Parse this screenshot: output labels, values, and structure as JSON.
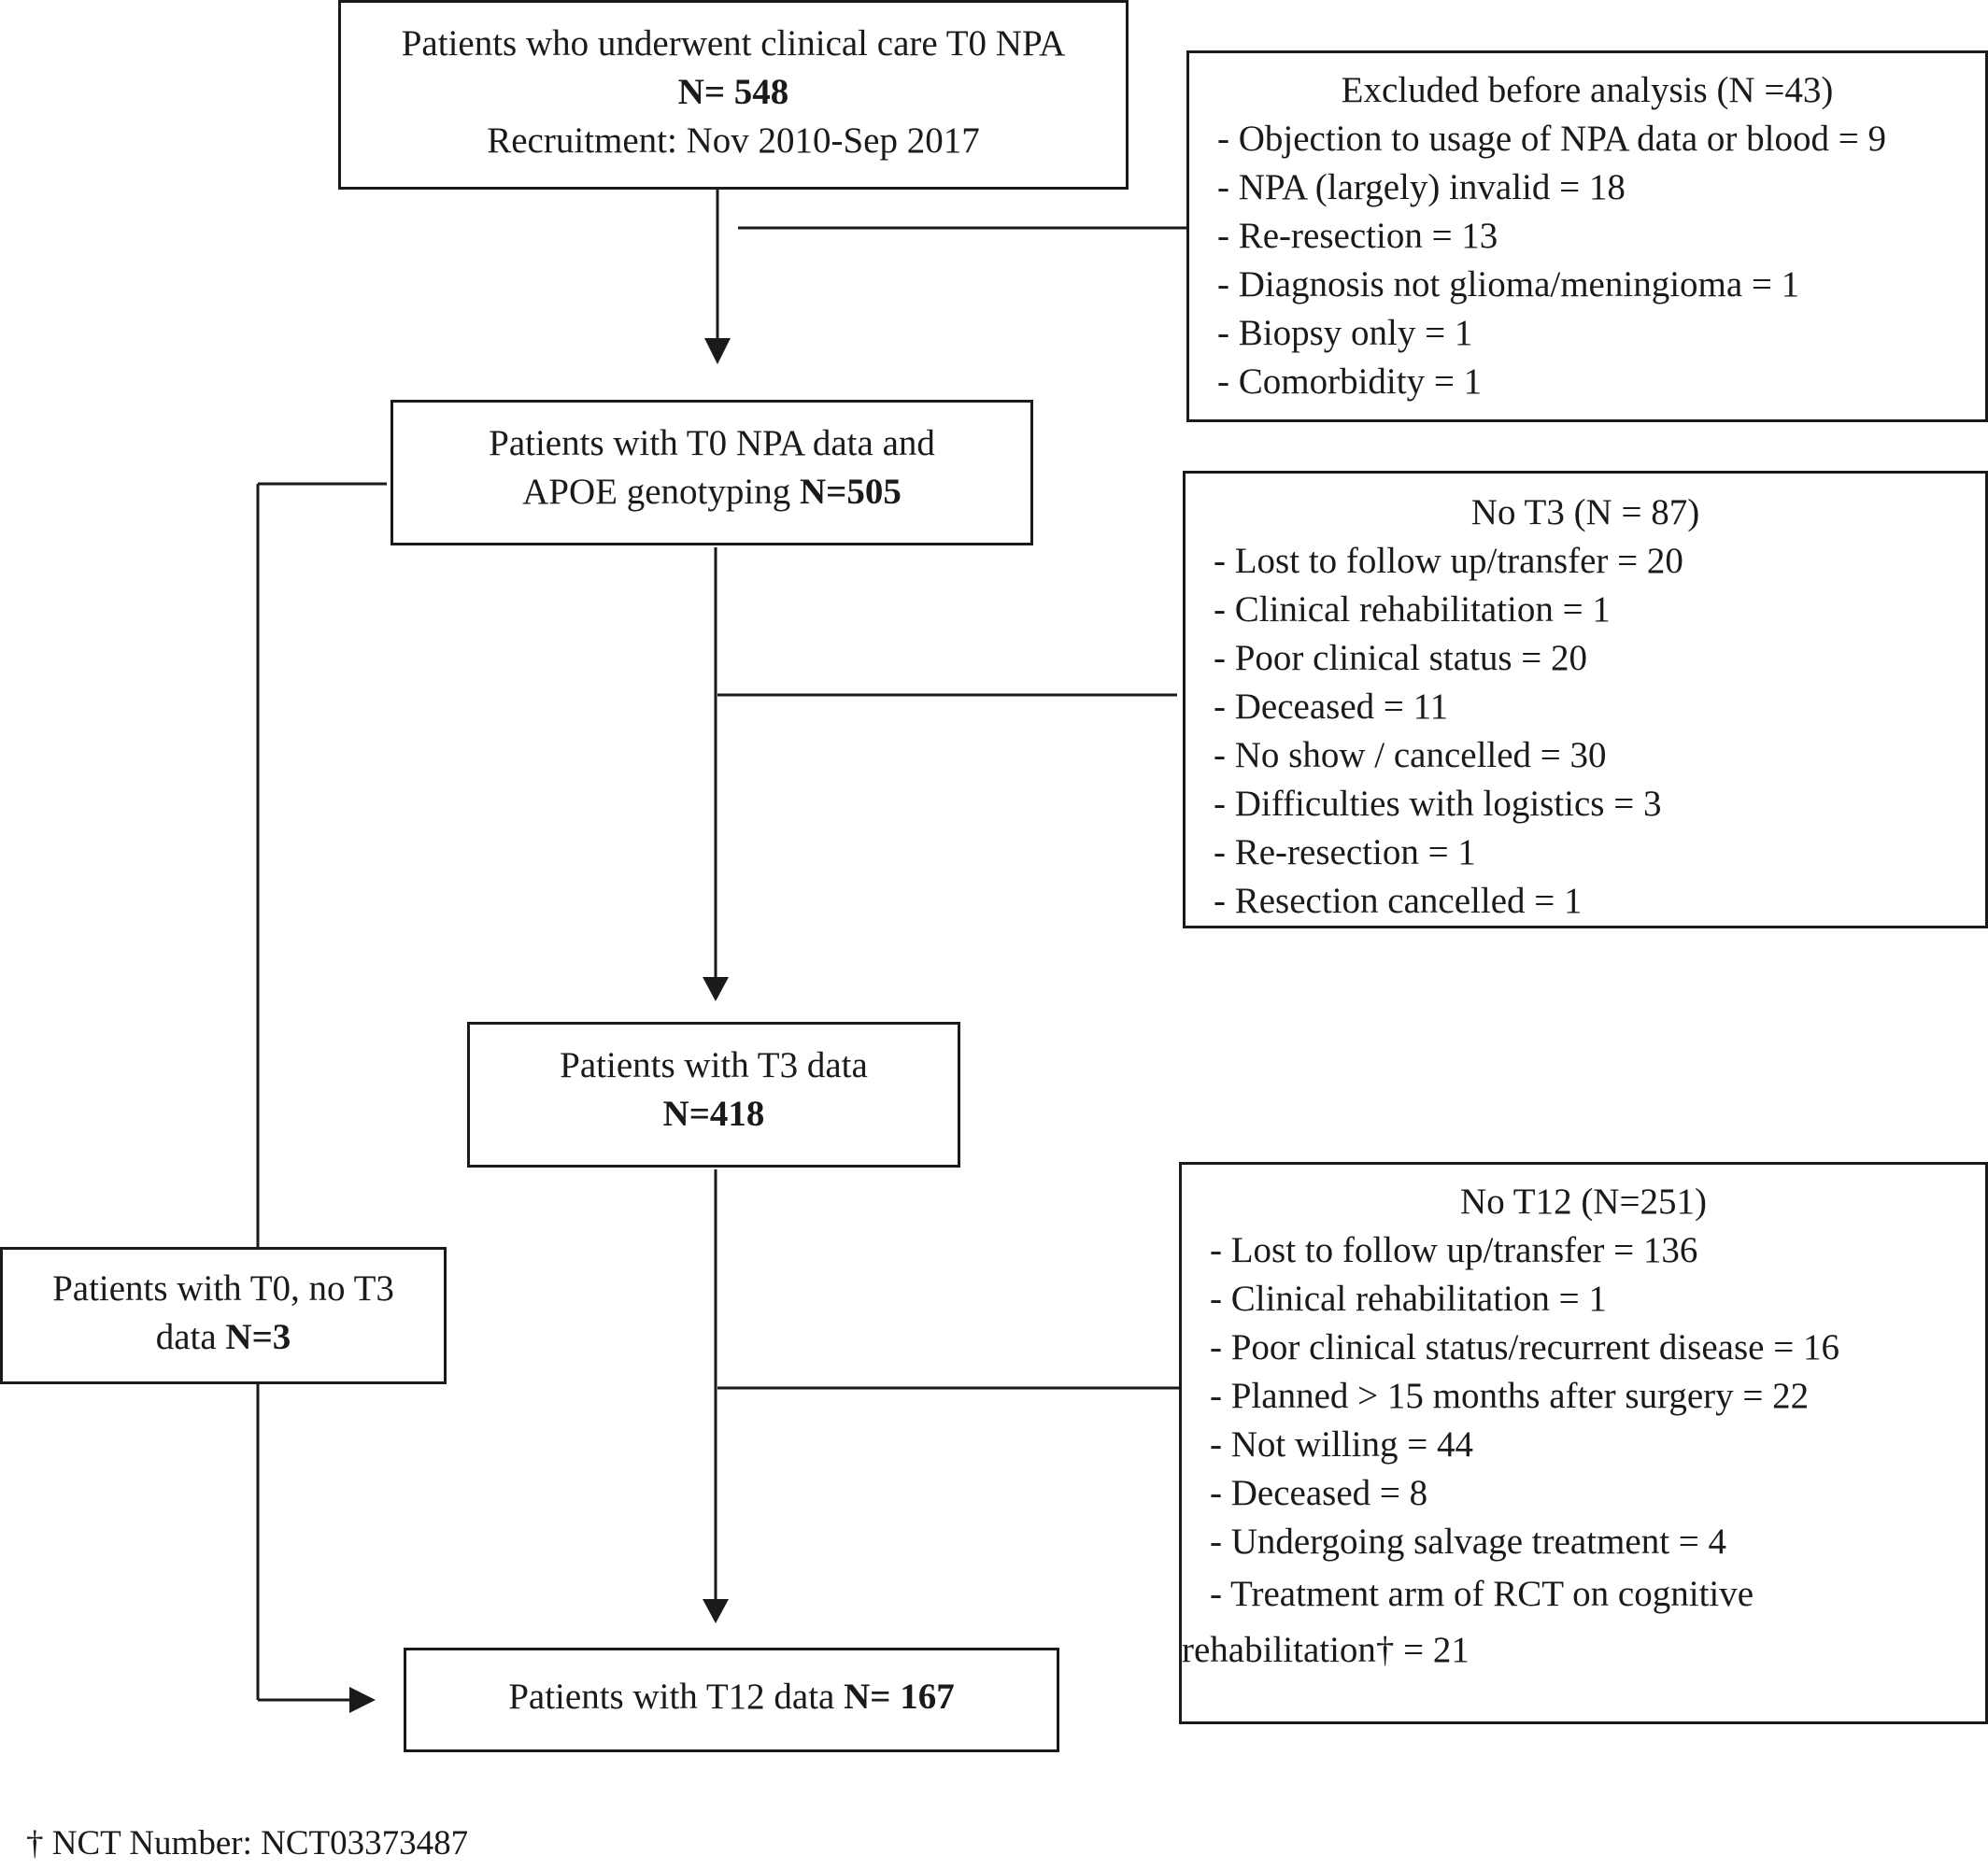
{
  "boxes": {
    "t0_care": {
      "line1": "Patients who underwent clinical care T0 NPA",
      "line2": "N= 548",
      "line3": "Recruitment: Nov 2010-Sep 2017"
    },
    "t0_apoe": {
      "line1": "Patients with T0 NPA data and",
      "line2_text": "APOE genotyping ",
      "line2_bold": "N=505"
    },
    "t3": {
      "line1": "Patients with T3 data",
      "line2": "N=418"
    },
    "t0_no_t3": {
      "line1": "Patients with T0, no T3",
      "line2_text": "data ",
      "line2_bold": "N=3"
    },
    "t12": {
      "text": "Patients with T12 data ",
      "bold": "N= 167"
    }
  },
  "exclusions": {
    "before_analysis": {
      "title": "Excluded before analysis (N =43)",
      "items": [
        "- Objection to usage of NPA data or blood = 9",
        "- NPA (largely) invalid = 18",
        "- Re-resection = 13",
        "- Diagnosis not glioma/meningioma  = 1",
        "- Biopsy only = 1",
        "- Comorbidity = 1"
      ]
    },
    "no_t3": {
      "title": "No T3 (N = 87)",
      "items": [
        "- Lost to follow up/transfer = 20",
        "- Clinical rehabilitation = 1",
        "- Poor clinical status = 20",
        "- Deceased = 11",
        "- No show / cancelled = 30",
        "- Difficulties with logistics = 3",
        "- Re-resection = 1",
        "- Resection cancelled = 1"
      ]
    },
    "no_t12": {
      "title": "No T12 (N=251)",
      "items": [
        "- Lost to follow up/transfer = 136",
        "- Clinical rehabilitation = 1",
        "- Poor clinical status/recurrent disease = 16",
        "- Planned > 15 months after surgery = 22",
        "- Not willing = 44",
        "- Deceased = 8",
        "- Undergoing salvage treatment = 4",
        "- Treatment arm of RCT on cognitive",
        "rehabilitation† = 21"
      ]
    }
  },
  "footnote": "† NCT Number: NCT03373487"
}
